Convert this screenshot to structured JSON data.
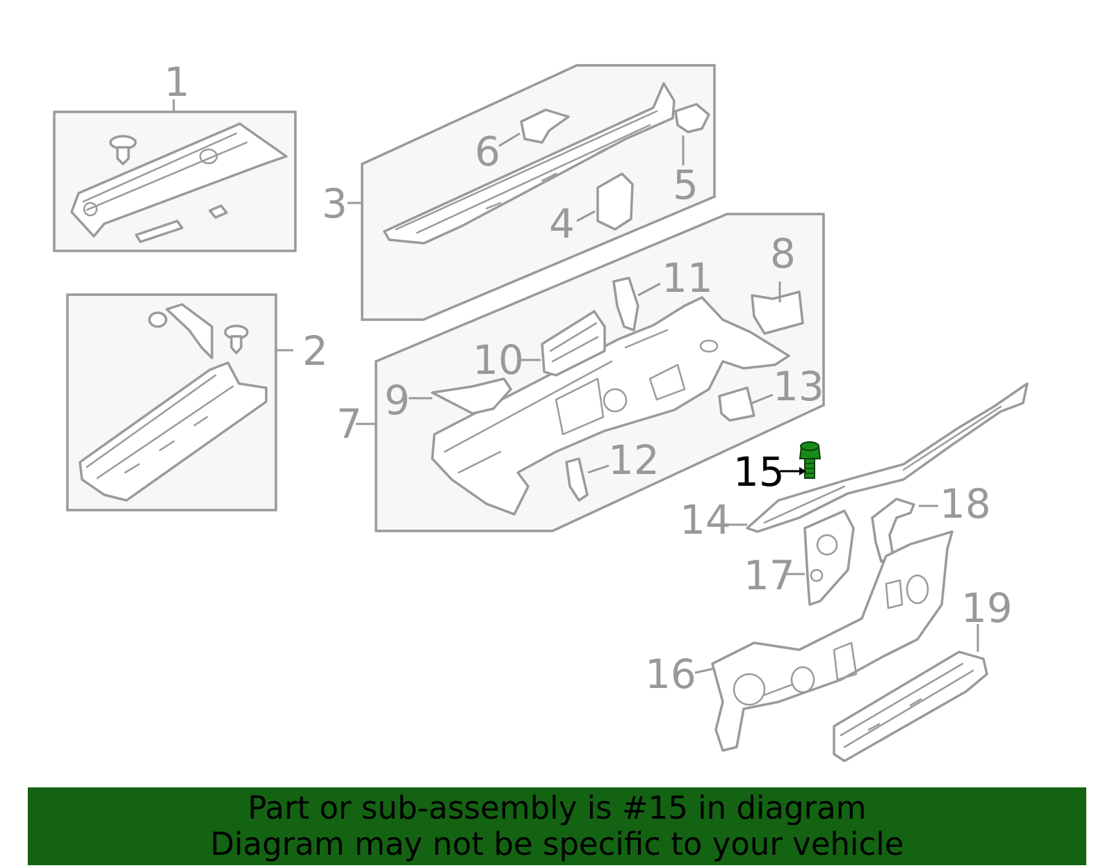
{
  "diagram": {
    "callouts": [
      "1",
      "2",
      "3",
      "4",
      "5",
      "6",
      "7",
      "8",
      "9",
      "10",
      "11",
      "12",
      "13",
      "14",
      "15",
      "16",
      "17",
      "18",
      "19"
    ],
    "highlight": "15",
    "colors": {
      "line": "#999999",
      "panel_fill": "#f7f7f7",
      "highlight": "#000000",
      "bolt": "#1a8a1a",
      "banner": "#136313"
    }
  },
  "banner": {
    "line1": "Part or sub-assembly is #15 in diagram",
    "line2": "Diagram may not be specific to your vehicle"
  }
}
